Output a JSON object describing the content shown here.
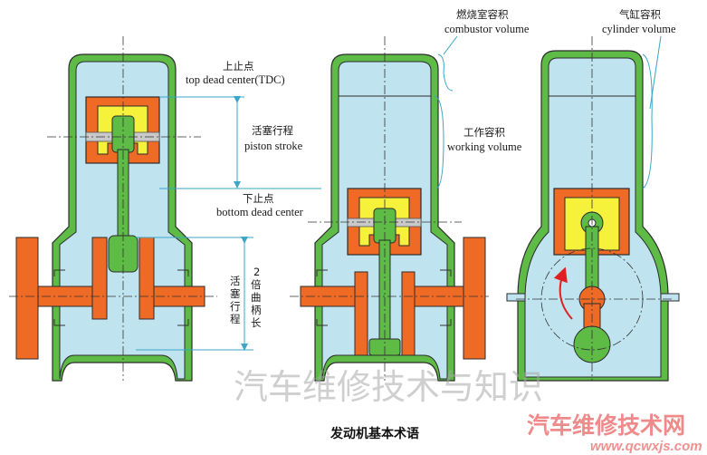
{
  "labels": {
    "tdc_cn": "上止点",
    "tdc_en": "top dead center(TDC)",
    "stroke_cn": "活塞行程",
    "stroke_en": "piston stroke",
    "bdc_cn": "下止点",
    "bdc_en": "bottom dead center",
    "crank_cn_1": "活",
    "crank_cn_2": "塞",
    "crank_cn_3": "行",
    "crank_cn_4": "程",
    "crank_rel_1": "2",
    "crank_rel_2": "倍",
    "crank_rel_3": "曲",
    "crank_rel_4": "柄",
    "crank_rel_5": "长",
    "combustor_cn": "燃烧室容积",
    "combustor_en": "combustor volume",
    "working_cn": "工作容积",
    "working_en": "working volume",
    "cylinder_cn": "气缸容积",
    "cylinder_en": "cylinder volume"
  },
  "caption": "发动机基本术语",
  "watermark": "汽车维修技术与知识",
  "logo": {
    "cn": "汽车维修技术网",
    "url": "www.qcwxjs.com"
  },
  "colors": {
    "wall": "#5dbb46",
    "interior": "#bfe4ef",
    "piston": "#ee6a25",
    "piston_core": "#f6f13a",
    "pin": "#c9c9c9",
    "rod": "#5dbb46",
    "crank": "#ee6a25",
    "dim_line": "#3aa6c8",
    "arrow": "#e02020"
  }
}
